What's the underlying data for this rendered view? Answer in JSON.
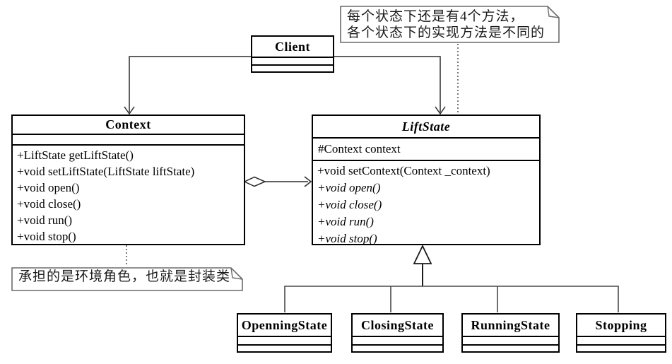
{
  "diagram_title": "State pattern UML class diagram",
  "client": {
    "name": "Client"
  },
  "context": {
    "name": "Context",
    "methods": [
      "+LiftState getLiftState()",
      "+void setLiftState(LiftState liftState)",
      "+void open()",
      "+void close()",
      "+void run()",
      "+void stop()"
    ]
  },
  "liftstate": {
    "name": "LiftState",
    "attribute": "#Context context",
    "methods": [
      "+void setContext(Context _context)",
      "+void open()",
      "+void close()",
      "+void run()",
      "+void stop()"
    ]
  },
  "subclasses": [
    {
      "name": "OpenningState"
    },
    {
      "name": "ClosingState"
    },
    {
      "name": "RunningState"
    },
    {
      "name": "Stopping"
    }
  ],
  "notes": {
    "top_line1": "每个状态下还是有4个方法，",
    "top_line2": "各个状态下的实现方法是不同的",
    "bottom": "承担的是环境角色，也就是封装类"
  },
  "colors": {
    "background": "#ffffff",
    "box_border": "#000000",
    "connector_line": "#2b2b2b",
    "note_border": "#6b6b6b",
    "text": "#000000"
  }
}
